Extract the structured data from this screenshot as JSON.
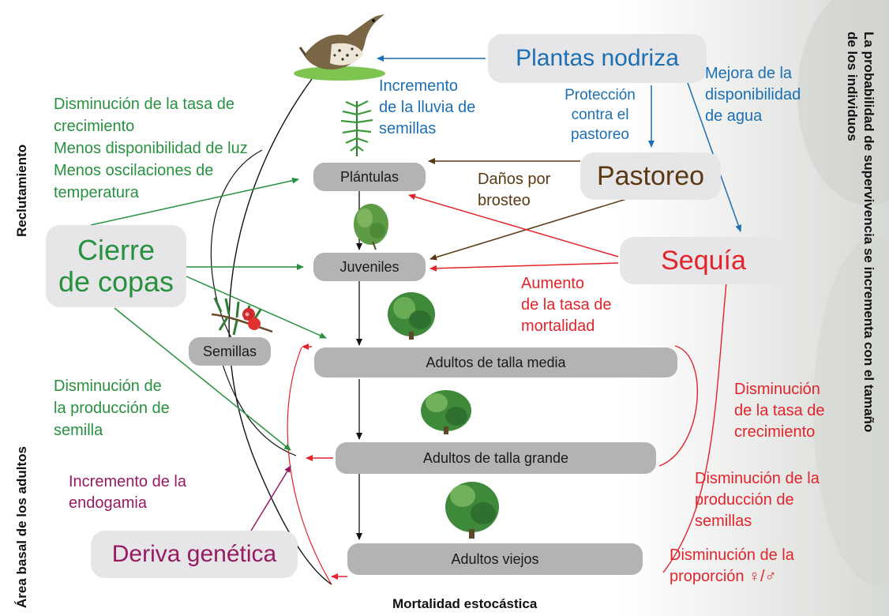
{
  "colors": {
    "green": "#27913f",
    "blue": "#1c6fb4",
    "red": "#e3242b",
    "brown": "#5b3913",
    "purple": "#981a63",
    "box_gray": "#b3b3b5",
    "light_box": "#e6e6e8"
  },
  "axes": {
    "left_top": "Reclutamiento",
    "left_bottom": "Área basal de los adultos",
    "bottom": "Mortalidad estocástica",
    "right": [
      "La probabilidad de supervivencia se incrementa con el tamaño",
      "de los individuos"
    ]
  },
  "stages": {
    "plantulas": "Plántulas",
    "juveniles": "Juveniles",
    "semillas": "Semillas",
    "adultos_media": "Adultos de talla media",
    "adultos_grande": "Adultos de talla grande",
    "adultos_viejos": "Adultos viejos"
  },
  "factors": {
    "plantas_nodriza": "Plantas nodriza",
    "pastoreo": "Pastoreo",
    "sequia": "Sequía",
    "cierre_copas": [
      "Cierre",
      "de copas"
    ],
    "deriva_genetica": "Deriva genética"
  },
  "annotations": {
    "green_top": [
      "Disminución de la tasa de",
      "crecimiento",
      "Menos disponibilidad de luz",
      "Menos oscilaciones de",
      "temperatura"
    ],
    "green_bottom": [
      "Disminución de",
      "la producción de",
      "semilla"
    ],
    "blue_lluvia": [
      "Incremento",
      "de la lluvia de",
      "semillas"
    ],
    "blue_proteccion": [
      "Protección",
      "contra el",
      "pastoreo"
    ],
    "blue_agua": [
      "Mejora de la",
      "disponibilidad",
      "de agua"
    ],
    "brown_danos": [
      "Daños por",
      "brosteo"
    ],
    "red_mortalidad": [
      "Aumento",
      "de la tasa de",
      "mortalidad"
    ],
    "red_crecimiento": [
      "Disminución",
      "de la tasa de",
      "crecimiento"
    ],
    "red_semillas": [
      "Disminución de la",
      "producción de",
      "semillas"
    ],
    "red_proporcion": [
      "Disminución de la",
      "proporción ♀/♂"
    ],
    "purple_endogamia": [
      "Incremento de la",
      "endogamia"
    ]
  },
  "icons": [
    "bird-icon",
    "seedling-icon",
    "juvenile-shrub-icon",
    "medium-shrub-icon",
    "large-shrub-icon",
    "old-shrub-icon",
    "berry-branch-icon"
  ]
}
